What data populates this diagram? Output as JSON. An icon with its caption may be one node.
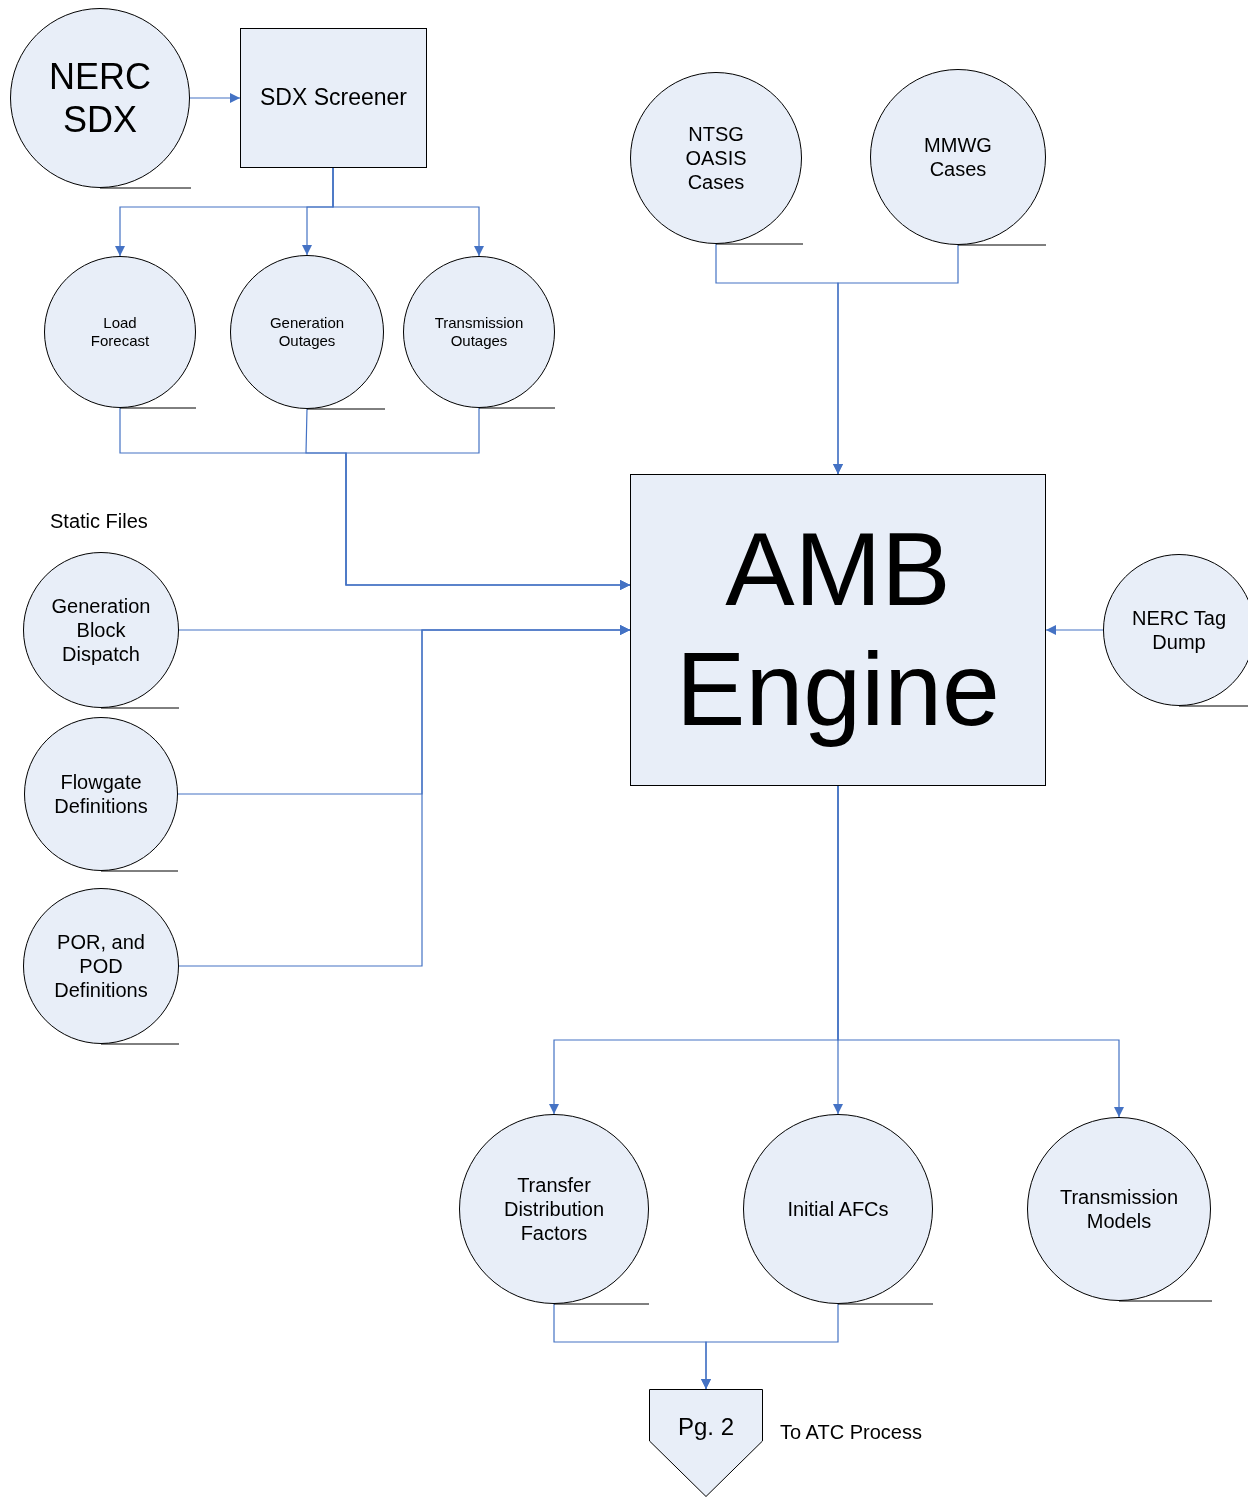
{
  "diagram": {
    "nodes": [
      {
        "text": [
          "NERC SDX"
        ]
      },
      {
        "text": [
          "SDX Screener"
        ]
      },
      {
        "text": [
          "NTSG OASIS Cases"
        ]
      },
      {
        "text": [
          "MMWG Cases"
        ]
      },
      {
        "text": [
          "Load Forecast"
        ]
      },
      {
        "text": [
          "Generation Outages"
        ]
      },
      {
        "text": [
          "Transmission Outages"
        ]
      },
      {
        "text": [
          "AMB Engine"
        ]
      },
      {
        "text": [
          "Generation Block Dispatch"
        ]
      },
      {
        "text": [
          "NERC Tag Dump"
        ]
      },
      {
        "text": [
          "Flowgate Definitions"
        ]
      },
      {
        "text": [
          "POR, and POD Definitions"
        ]
      },
      {
        "text": [
          "Transfer Distribution Factors"
        ]
      },
      {
        "text": [
          "Initial AFCs"
        ]
      },
      {
        "text": [
          "Transmission Models"
        ]
      },
      {
        "text": [
          "Pg. 2"
        ],
        "beside": [
          "To ATC Process"
        ]
      }
    ],
    "edges": [
      {
        "from": 0,
        "to": 1,
        "arrow": "to"
      },
      {
        "from": 1,
        "to": 4,
        "arrow": "to"
      },
      {
        "from": 1,
        "to": 5,
        "arrow": "to"
      },
      {
        "from": 1,
        "to": 6,
        "arrow": "to"
      },
      {
        "from": 2,
        "to": 7,
        "arrow": "to"
      },
      {
        "from": 3,
        "to": 7,
        "arrow": "to"
      },
      {
        "from": 4,
        "to": 7,
        "arrow": "to"
      },
      {
        "from": 5,
        "to": 7,
        "arrow": "to"
      },
      {
        "from": 6,
        "to": 7,
        "arrow": "to"
      },
      {
        "from": 8,
        "to": 7,
        "arrow": "to"
      },
      {
        "from": 10,
        "to": 7,
        "arrow": "to"
      },
      {
        "from": 11,
        "to": 7,
        "arrow": "to"
      },
      {
        "from": 9,
        "to": 7,
        "arrow": "to"
      },
      {
        "from": 7,
        "to": 12,
        "arrow": "to"
      },
      {
        "from": 7,
        "to": 13,
        "arrow": "to"
      },
      {
        "from": 7,
        "to": 14,
        "arrow": "to"
      },
      {
        "from": 12,
        "to": 15,
        "arrow": "to"
      },
      {
        "from": 13,
        "to": 15,
        "arrow": "to"
      }
    ],
    "labels": [
      "Static Files"
    ]
  }
}
